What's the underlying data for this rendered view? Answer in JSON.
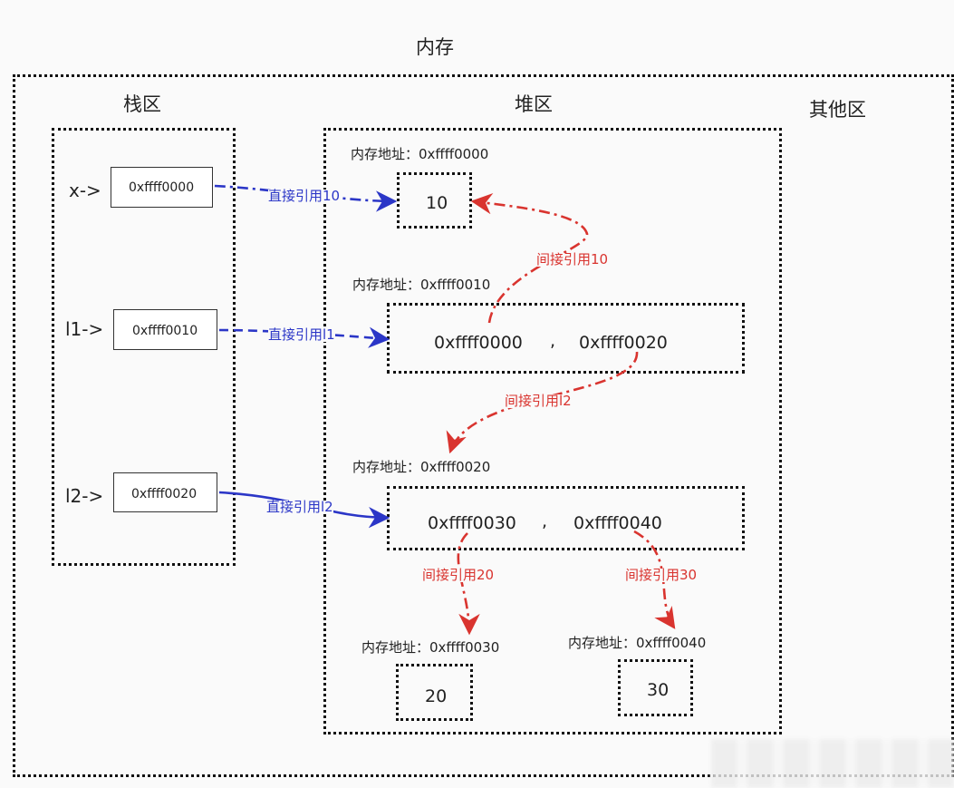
{
  "regions": {
    "memory": "内存",
    "stack": "栈区",
    "heap": "堆区",
    "other": "其他区"
  },
  "stack_vars": [
    {
      "name": "x->",
      "value": "0xffff0000"
    },
    {
      "name": "l1->",
      "value": "0xffff0010"
    },
    {
      "name": "l2->",
      "value": "0xffff0020"
    }
  ],
  "heap": {
    "addr_0000": "内存地址：0xffff0000",
    "val_10": "10",
    "addr_0010": "内存地址：0xffff0010",
    "l1_ptr_a": "0xffff0000",
    "l1_sep": ",",
    "l1_ptr_b": "0xffff0020",
    "addr_0020": "内存地址：0xffff0020",
    "l2_ptr_a": "0xffff0030",
    "l2_sep": ",",
    "l2_ptr_b": "0xffff0040",
    "addr_0030": "内存地址：0xffff0030",
    "val_20": "20",
    "addr_0040": "内存地址：0xffff0040",
    "val_30": "30"
  },
  "edges": {
    "direct_10": "直接引用10",
    "direct_l1": "直接引用l1",
    "direct_l2": "直接引用l2",
    "indirect_10": "间接引用10",
    "indirect_l2": "间接引用l2",
    "indirect_20": "间接引用20",
    "indirect_30": "间接引用30"
  },
  "colors": {
    "direct": "#2b36c7",
    "indirect": "#d9342f"
  }
}
